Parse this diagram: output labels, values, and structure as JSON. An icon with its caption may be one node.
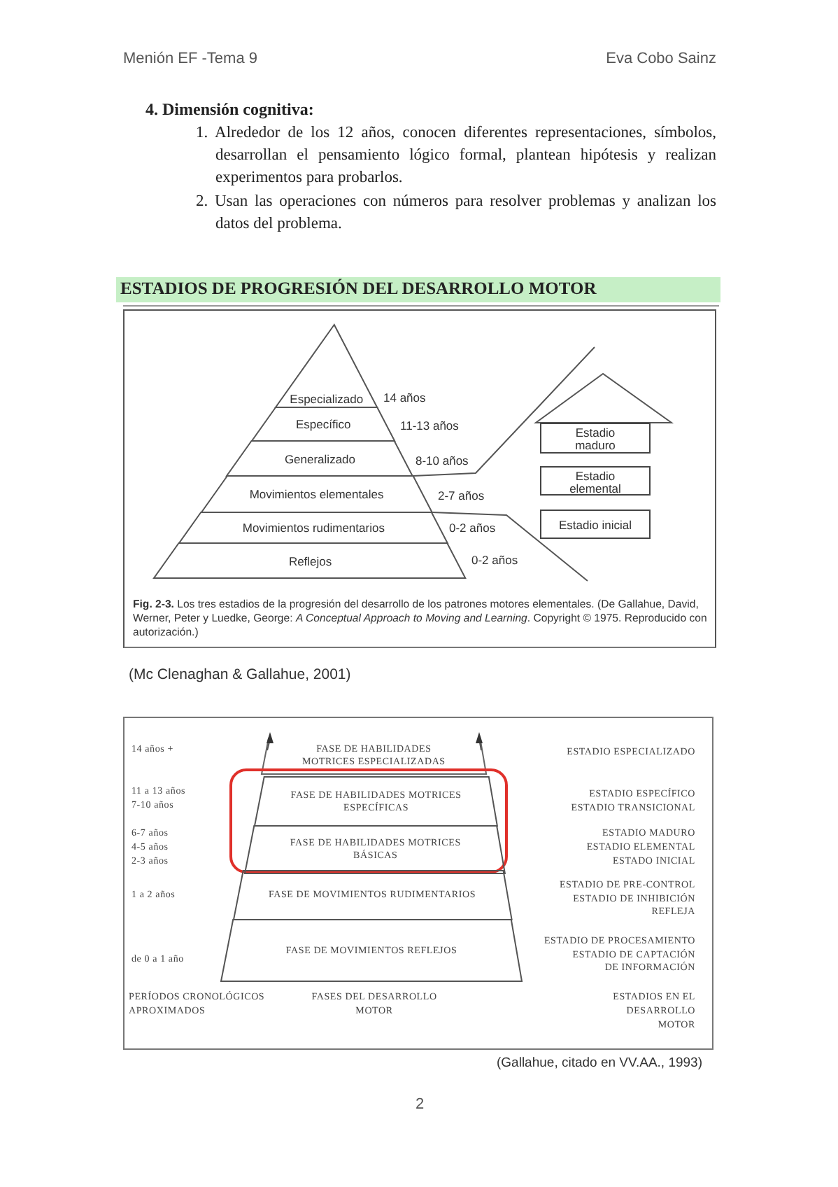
{
  "diagram": {
    "title": "ESTADIOS DE PROGRESIÓN DEL DESARROLLO MOTOR",
    "nodes": [
      {
        "text": [
          "Especializado"
        ],
        "beside": [
          "14 años"
        ]
      },
      {
        "text": [
          "Específico"
        ],
        "beside": [
          "11-13 años"
        ]
      },
      {
        "text": [
          "Generalizado"
        ],
        "beside": [
          "8-10 años"
        ]
      },
      {
        "text": [
          "Movimientos elementales"
        ],
        "beside": [
          "2-7 años"
        ]
      },
      {
        "text": [
          "Movimientos rudimentarios"
        ],
        "beside": [
          "0-2 años"
        ]
      },
      {
        "text": [
          "Reflejos"
        ],
        "beside": [
          "0-2 años"
        ]
      },
      {
        "text": [],
        "shape": "triangle"
      },
      {
        "text": [
          "Estadio maduro"
        ]
      },
      {
        "text": [
          "Estadio elemental"
        ]
      },
      {
        "text": [
          "Estadio inicial"
        ]
      },
      {
        "text": [
          "FASE DE HABILIDADES MOTRICES ESPECIALIZADAS"
        ]
      },
      {
        "text": [],
        "shape": "box"
      },
      {
        "text": [
          "FASE DE HABILIDADES MOTRICES ESPECÍFICAS"
        ],
        "in": 11
      },
      {
        "text": [
          "FASE DE HABILIDADES MOTRICES BÁSICAS"
        ],
        "in": 11
      },
      {
        "text": [
          "FASE DE MOVIMIENTOS RUDIMENTARIOS"
        ]
      },
      {
        "text": [
          "FASE DE MOVIMIENTOS REFLEJOS"
        ]
      }
    ],
    "edges": [
      {
        "from": 3,
        "to": null,
        "arrow": "none"
      },
      {
        "from": 3,
        "to": null,
        "arrow": "none"
      }
    ],
    "labels": [
      "Menión EF -Tema 9",
      "Eva Cobo Sainz",
      "4. Dimensión cognitiva:",
      "1. Alrededor de los 12 años, conocen diferentes representaciones, símbolos, desarrollan el pensamiento lógico formal, plantean hipótesis y realizan experimentos para probarlos.",
      "2. Usan las operaciones con números para resolver problemas y analizan los datos del problema.",
      "**Fig. 2-3.** Los tres estadios de la progresión del desarrollo de los patrones motores elementales. (De Gallahue, David, Werner, Peter y Luedke, George: *A Conceptual Approach to Moving and Learning*. Copyright © 1975. Reproducido con autorización.)",
      "(Mc Clenaghan & Gallahue, 2001)",
      "14 años +",
      "ESTADIO ESPECIALIZADO",
      "11 a 13 años",
      "7-10 años",
      "ESTADIO ESPECÍFICO",
      "ESTADIO TRANSICIONAL",
      "6-7 años",
      "4-5 años",
      "2-3 años",
      "ESTADIO MADURO",
      "ESTADIO ELEMENTAL",
      "ESTADO INICIAL",
      "1 a 2 años",
      "ESTADIO DE PRE-CONTROL",
      "ESTADIO DE INHIBICIÓN REFLEJA",
      "de 0 a 1 año",
      "ESTADIO DE PROCESAMIENTO",
      "ESTADIO DE CAPTACIÓN DE INFORMACIÓN",
      "PERÍODOS CRONOLÓGICOS APROXIMADOS",
      "FASES DEL DESARROLLO MOTOR",
      "ESTADIOS EN EL DESARROLLO MOTOR",
      "(Gallahue, citado en VV.AA., 1993)",
      "2"
    ]
  }
}
